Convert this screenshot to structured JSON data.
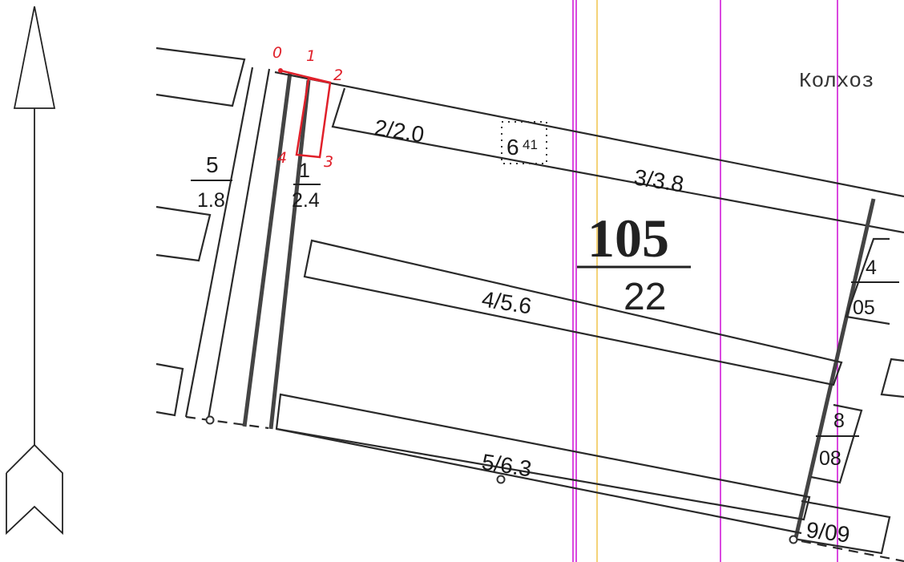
{
  "map": {
    "farm_label": "Колхоз",
    "main_parcel": {
      "number": "105",
      "area": "22"
    },
    "north_arrow": {
      "icon": "north-arrow-icon"
    },
    "plots": [
      {
        "id": "p5_left",
        "number": "5",
        "area": "1.8"
      },
      {
        "id": "p1",
        "number": "1",
        "area": "2.4"
      },
      {
        "id": "p2",
        "text": "2/2.0"
      },
      {
        "id": "p6",
        "text": "6"
      },
      {
        "id": "p6_small",
        "text": "41"
      },
      {
        "id": "p3",
        "text": "3/3.8"
      },
      {
        "id": "p4",
        "text": "4/5.6"
      },
      {
        "id": "p5",
        "text": "5/6.3"
      },
      {
        "id": "p4_right",
        "number": "4",
        "area": "05"
      },
      {
        "id": "p8",
        "number": "8",
        "area": "08"
      },
      {
        "id": "p9",
        "text": "9/09"
      }
    ],
    "red_points": [
      "0",
      "1",
      "2",
      "3",
      "4"
    ],
    "colors": {
      "red_marks": "#e0202a",
      "magenta_lines": "#d01ad8",
      "yellow_line": "#f0c040"
    }
  }
}
